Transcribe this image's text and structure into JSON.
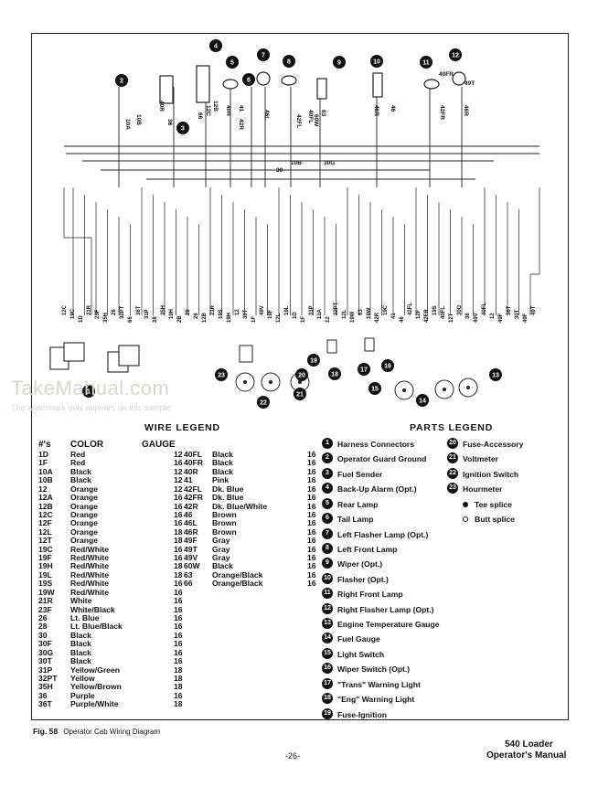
{
  "watermark": {
    "text": "TakeManual.com",
    "sub": "The watermark only appears on this sample"
  },
  "wire_legend": {
    "title": "WIRE LEGEND",
    "headers": {
      "num": "#'s",
      "color": "COLOR",
      "gauge": "GAUGE"
    },
    "left": [
      [
        "1D",
        "Red",
        "12"
      ],
      [
        "1F",
        "Red",
        "16"
      ],
      [
        "10A",
        "Black",
        "12"
      ],
      [
        "10B",
        "Black",
        "12"
      ],
      [
        "12",
        "Orange",
        "12"
      ],
      [
        "12A",
        "Orange",
        "16"
      ],
      [
        "12B",
        "Orange",
        "16"
      ],
      [
        "12C",
        "Orange",
        "16"
      ],
      [
        "12F",
        "Orange",
        "16"
      ],
      [
        "12L",
        "Orange",
        "18"
      ],
      [
        "12T",
        "Orange",
        "18"
      ],
      [
        "19C",
        "Red/White",
        "16"
      ],
      [
        "19F",
        "Red/White",
        "16"
      ],
      [
        "19H",
        "Red/White",
        "18"
      ],
      [
        "19L",
        "Red/White",
        "18"
      ],
      [
        "19S",
        "Red/White",
        "16"
      ],
      [
        "19W",
        "Red/White",
        "16"
      ],
      [
        "21R",
        "White",
        "16"
      ],
      [
        "23F",
        "White/Black",
        "16"
      ],
      [
        "26",
        "Lt. Blue",
        "16"
      ],
      [
        "28",
        "Lt. Blue/Black",
        "16"
      ],
      [
        "30",
        "Black",
        "16"
      ],
      [
        "30F",
        "Black",
        "16"
      ],
      [
        "30G",
        "Black",
        "16"
      ],
      [
        "30T",
        "Black",
        "16"
      ],
      [
        "31P",
        "Yellow/Green",
        "18"
      ],
      [
        "32PT",
        "Yellow",
        "18"
      ],
      [
        "35H",
        "Yellow/Brown",
        "18"
      ],
      [
        "36",
        "Purple",
        "16"
      ],
      [
        "36T",
        "Purple/White",
        "18"
      ]
    ],
    "right": [
      [
        "40FL",
        "Black",
        "16"
      ],
      [
        "40FR",
        "Black",
        "16"
      ],
      [
        "40R",
        "Black",
        "16"
      ],
      [
        "41",
        "Pink",
        "16"
      ],
      [
        "42FL",
        "Dk. Blue",
        "16"
      ],
      [
        "42FR",
        "Dk. Blue",
        "16"
      ],
      [
        "42R",
        "Dk. Blue/White",
        "16"
      ],
      [
        "46",
        "Brown",
        "16"
      ],
      [
        "46L",
        "Brown",
        "16"
      ],
      [
        "46R",
        "Brown",
        "16"
      ],
      [
        "49F",
        "Gray",
        "16"
      ],
      [
        "49T",
        "Gray",
        "16"
      ],
      [
        "49V",
        "Gray",
        "16"
      ],
      [
        "60W",
        "Black",
        "16"
      ],
      [
        "63",
        "Orange/Black",
        "16"
      ],
      [
        "66",
        "Orange/Black",
        "16"
      ]
    ]
  },
  "parts_legend": {
    "title": "PARTS  LEGEND",
    "left": [
      [
        "1",
        "Harness Connectors"
      ],
      [
        "2",
        "Operator Guard Ground"
      ],
      [
        "3",
        "Fuel Sender"
      ],
      [
        "4",
        "Back-Up Alarm (Opt.)"
      ],
      [
        "5",
        "Rear Lamp"
      ],
      [
        "6",
        "Tail Lamp"
      ],
      [
        "7",
        "Left Flasher Lamp (Opt.)"
      ],
      [
        "8",
        "Left Front Lamp"
      ],
      [
        "9",
        "Wiper (Opt.)"
      ],
      [
        "10",
        "Flasher (Opt.)"
      ],
      [
        "11",
        "Right Front Lamp"
      ],
      [
        "12",
        "Right Flasher Lamp (Opt.)"
      ],
      [
        "13",
        "Engine Temperature Gauge"
      ],
      [
        "14",
        "Fuel Gauge"
      ],
      [
        "15",
        "Light Switch"
      ],
      [
        "16",
        "Wiper Switch (Opt.)"
      ],
      [
        "17",
        "\"Trans\" Warning Light"
      ],
      [
        "18",
        "\"Eng\" Warning Light"
      ],
      [
        "19",
        "Fuse-Ignition"
      ]
    ],
    "right": [
      [
        "20",
        "Fuse-Accessory"
      ],
      [
        "21",
        "Voltmeter"
      ],
      [
        "22",
        "Ignition Switch"
      ],
      [
        "23",
        "Hourmeter"
      ]
    ],
    "tee_splice": "Tee splice",
    "butt_splice": "Butt splice"
  },
  "diagram": {
    "top_callouts": [
      "2",
      "3",
      "4",
      "5",
      "6",
      "7",
      "8",
      "9",
      "10",
      "11",
      "12"
    ],
    "bottom_callouts": [
      "1",
      "13",
      "14",
      "15",
      "16",
      "17",
      "18",
      "19",
      "20",
      "21",
      "22",
      "23"
    ],
    "top_wire_labels": [
      "10A",
      "10B",
      "40R",
      "36",
      "66",
      "12C",
      "12B",
      "41",
      "40R",
      "42R",
      "46L",
      "42FL",
      "40FL",
      "60W",
      "63",
      "46R",
      "46",
      "42FR",
      "46R",
      "40FR",
      "49T"
    ],
    "bus_labels": [
      "30",
      "10B",
      "30G"
    ],
    "bottom_wire_labels": [
      "12C",
      "19C",
      "1D",
      "21R",
      "23F",
      "35H",
      "26",
      "32PT",
      "66",
      "36T",
      "31P",
      "28",
      "35H",
      "19H",
      "2B",
      "28",
      "26",
      "12B",
      "21R",
      "19S",
      "19H",
      "12",
      "30T",
      "1F",
      "49V",
      "19F",
      "12L",
      "19L",
      "1D",
      "1F",
      "31P",
      "12A",
      "12",
      "22PT",
      "12L",
      "19W",
      "63",
      "19W",
      "42R",
      "19C",
      "41",
      "46",
      "42FL",
      "12F",
      "42FR",
      "19S",
      "40FL",
      "12T",
      "30G",
      "36",
      "49V",
      "40FL",
      "12",
      "49F",
      "36T",
      "30T",
      "49F",
      "49T"
    ]
  },
  "caption": {
    "fig": "Fig. 58",
    "text": "Operator Cab Wiring Diagram"
  },
  "page_number": "-26-",
  "footer": {
    "line1": "540 Loader",
    "line2": "Operator's Manual"
  }
}
